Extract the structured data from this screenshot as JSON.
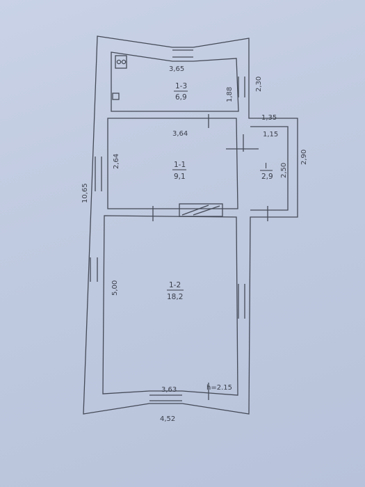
{
  "plan": {
    "rooms": [
      {
        "id": "room-1-3",
        "number": "1-3",
        "area": "6,9",
        "width": "3,65",
        "height": "1,88"
      },
      {
        "id": "room-1-1",
        "number": "1-1",
        "area": "9,1",
        "width": "3,64",
        "height": "2,64"
      },
      {
        "id": "room-1-2",
        "number": "1-2",
        "area": "18,2",
        "width": "3,63",
        "height": "5,00"
      },
      {
        "id": "room-i",
        "number": "I",
        "area": "2,9",
        "width": "1,15",
        "height": "2,50"
      }
    ],
    "outer_dims": {
      "total_length": "10,65",
      "total_width": "4,52",
      "top_right_height": "2,30",
      "annex_outer_width": "1,35",
      "annex_outer_height": "2,90"
    },
    "ceiling_height": "h=2.15"
  },
  "colors": {
    "paper": "#c3cde2",
    "ink": "#3a3f4a"
  }
}
